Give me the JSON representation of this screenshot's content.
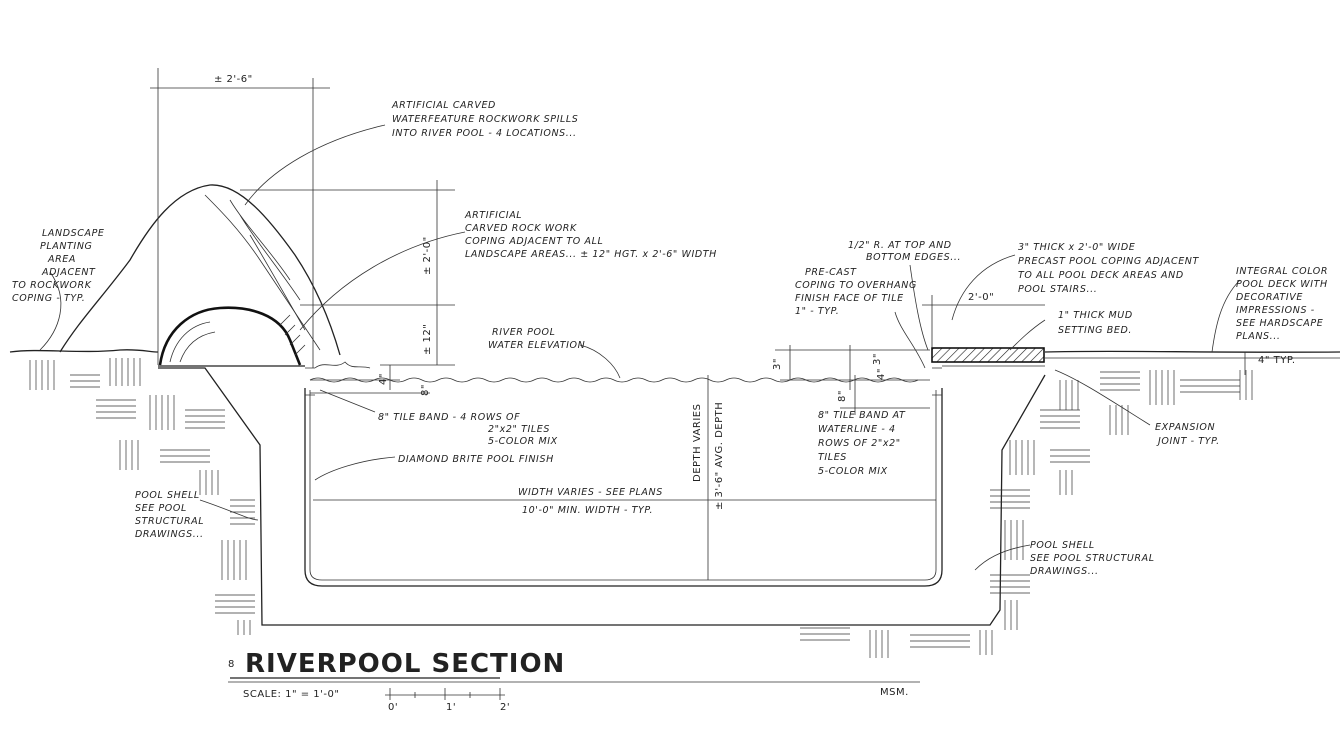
{
  "title": {
    "number": "8",
    "text": "RIVERPOOL SECTION",
    "scale_label": "SCALE: 1\" = 1'-0\"",
    "scale_ticks": [
      "0'",
      "1'",
      "2'"
    ],
    "initials": "MSM."
  },
  "dimensions": {
    "rock_width": "± 2'-6\"",
    "rock_height": "± 2'-0\"",
    "rock_base_height": "± 12\"",
    "left_waterline_small": "4\"",
    "left_tile_band": "8\"",
    "right_top_3": "3\"",
    "right_top_3b": "3\"",
    "right_top_4": "4\"",
    "right_tile_band": "8\"",
    "coping_width": "2'-0\"",
    "deck_thickness": "4\" TYP.",
    "depth": "DEPTH VARIES",
    "depth_avg": "± 3'-6\" AVG. DEPTH"
  },
  "notes": {
    "rockwork_spill": [
      "ARTIFICIAL CARVED",
      "WATERFEATURE ROCKWORK SPILLS",
      "INTO RIVER POOL - 4 LOCATIONS..."
    ],
    "rock_coping": [
      "ARTIFICIAL",
      "CARVED ROCK WORK",
      "COPING ADJACENT TO ALL",
      "LANDSCAPE AREAS... ± 12\" HGT. x 2'-6\" WIDTH"
    ],
    "landscape": [
      "LANDSCAPE",
      "PLANTING",
      "AREA",
      "ADJACENT",
      "TO ROCKWORK",
      "COPING - TYP."
    ],
    "water_elev": [
      "RIVER POOL",
      "WATER ELEVATION"
    ],
    "tile_left": [
      "8\" TILE BAND - 4 ROWS OF",
      "2\"x2\" TILES",
      "5-COLOR MIX"
    ],
    "finish": [
      "DIAMOND BRITE POOL FINISH"
    ],
    "shell_left": [
      "POOL SHELL",
      "SEE POOL",
      "STRUCTURAL",
      "DRAWINGS..."
    ],
    "width": [
      "WIDTH VARIES - SEE PLANS",
      "10'-0\" MIN. WIDTH - TYP."
    ],
    "radius": [
      "1/2\" R. AT TOP AND",
      "BOTTOM EDGES..."
    ],
    "precast_overhang": [
      "PRE-CAST",
      "COPING TO OVERHANG",
      "FINISH FACE OF TILE",
      "1\" - TYP."
    ],
    "coping_desc": [
      "3\" THICK x 2'-0\" WIDE",
      "PRECAST POOL COPING ADJACENT",
      "TO ALL POOL DECK AREAS AND",
      "POOL STAIRS..."
    ],
    "mud_bed": [
      "1\" THICK MUD",
      "SETTING BED."
    ],
    "deck": [
      "INTEGRAL COLOR",
      "POOL DECK WITH",
      "DECORATIVE",
      "IMPRESSIONS -",
      "SEE HARDSCAPE",
      "PLANS..."
    ],
    "tile_right": [
      "8\" TILE BAND AT",
      "WATERLINE - 4",
      "ROWS OF 2\"x2\"",
      "TILES",
      "5-COLOR MIX"
    ],
    "expansion": [
      "EXPANSION",
      "JOINT - TYP."
    ],
    "shell_right": [
      "POOL SHELL",
      "SEE POOL STRUCTURAL",
      "DRAWINGS..."
    ]
  },
  "colors": {
    "ink": "#1a1a1a",
    "paper": "#ffffff"
  }
}
